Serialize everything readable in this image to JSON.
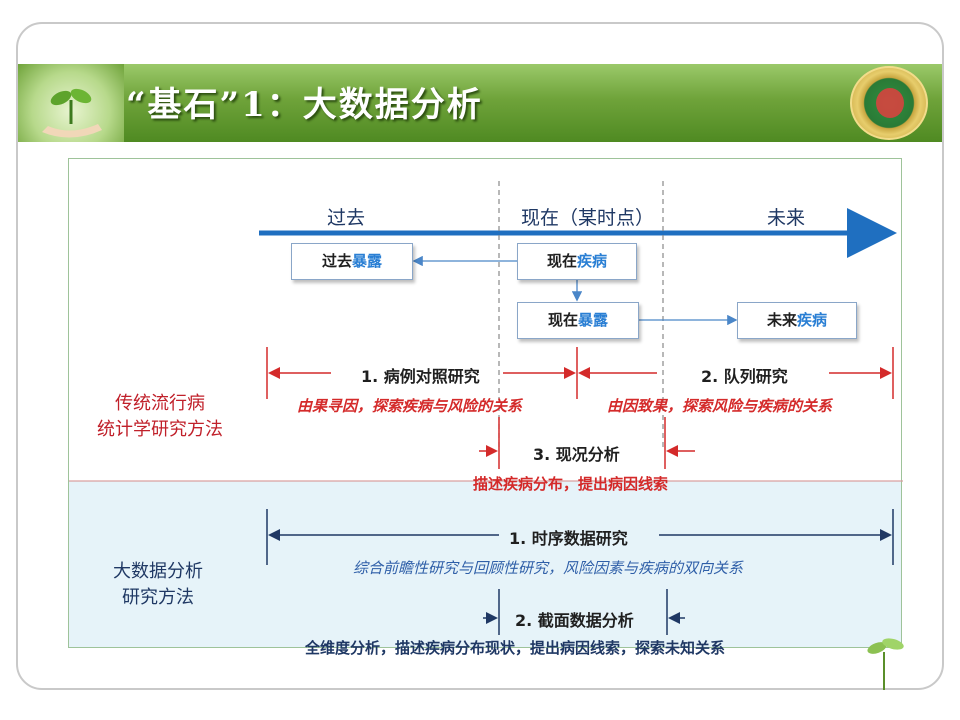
{
  "slide": {
    "title": "“基石”1：大数据分析"
  },
  "timeline": {
    "past": "过去",
    "present": "现在（某时点）",
    "future": "未来"
  },
  "boxes": {
    "past_exposure": {
      "a": "过去",
      "b": "暴露"
    },
    "present_disease": {
      "a": "现在",
      "b": "疾病"
    },
    "present_exposure": {
      "a": "现在",
      "b": "暴露"
    },
    "future_disease": {
      "a": "未来",
      "b": "疾病"
    }
  },
  "traditional": {
    "title_line1": "传统流行病",
    "title_line2": "统计学研究方法",
    "case_control": {
      "label": "1. 病例对照研究",
      "desc": "由果寻因，探索疾病与风险的关系"
    },
    "cohort": {
      "label": "2. 队列研究",
      "desc": "由因致果，探索风险与疾病的关系"
    },
    "cross_sectional": {
      "label": "3. 现况分析",
      "desc": "描述疾病分布，提出病因线索"
    }
  },
  "bigdata": {
    "title_line1": "大数据分析",
    "title_line2": "研究方法",
    "time_series": {
      "label": "1. 时序数据研究",
      "desc": "综合前瞻性研究与回顾性研究，风险因素与疾病的双向关系"
    },
    "section_data": {
      "label": "2. 截面数据分析",
      "desc": "全维度分析，描述疾病分布现状，提出病因线索，探索未知关系"
    }
  },
  "colors": {
    "title_green": "#4f8a22",
    "timeline_blue": "#1f6fc0",
    "red": "#c0202a",
    "navy": "#1f3864",
    "band": "#e6f3f9"
  }
}
